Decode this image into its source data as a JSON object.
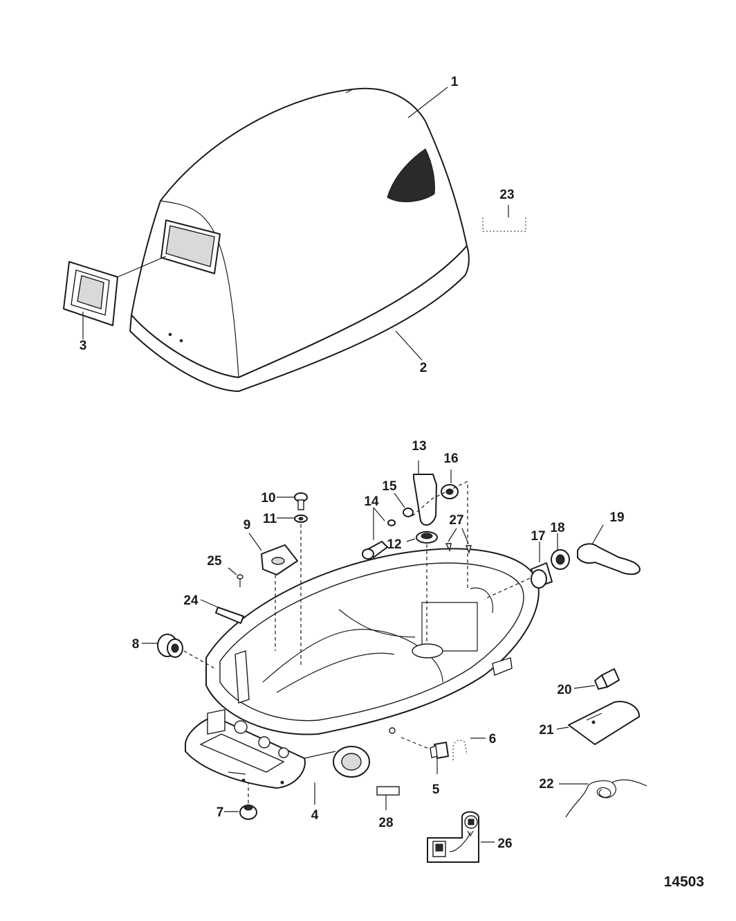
{
  "callouts": [
    {
      "id": "1",
      "label": "1"
    },
    {
      "id": "2",
      "label": "2"
    },
    {
      "id": "3",
      "label": "3"
    },
    {
      "id": "4",
      "label": "4"
    },
    {
      "id": "5",
      "label": "5"
    },
    {
      "id": "6",
      "label": "6"
    },
    {
      "id": "7",
      "label": "7"
    },
    {
      "id": "8",
      "label": "8"
    },
    {
      "id": "9",
      "label": "9"
    },
    {
      "id": "10",
      "label": "10"
    },
    {
      "id": "11",
      "label": "11"
    },
    {
      "id": "12",
      "label": "12"
    },
    {
      "id": "13",
      "label": "13"
    },
    {
      "id": "14",
      "label": "14"
    },
    {
      "id": "15",
      "label": "15"
    },
    {
      "id": "16",
      "label": "16"
    },
    {
      "id": "17",
      "label": "17"
    },
    {
      "id": "18",
      "label": "18"
    },
    {
      "id": "19",
      "label": "19"
    },
    {
      "id": "20",
      "label": "20"
    },
    {
      "id": "21",
      "label": "21"
    },
    {
      "id": "22",
      "label": "22"
    },
    {
      "id": "23",
      "label": "23"
    },
    {
      "id": "24",
      "label": "24"
    },
    {
      "id": "25",
      "label": "25"
    },
    {
      "id": "26",
      "label": "26"
    },
    {
      "id": "27",
      "label": "27"
    },
    {
      "id": "28",
      "label": "28"
    }
  ],
  "figure_number": "14503"
}
